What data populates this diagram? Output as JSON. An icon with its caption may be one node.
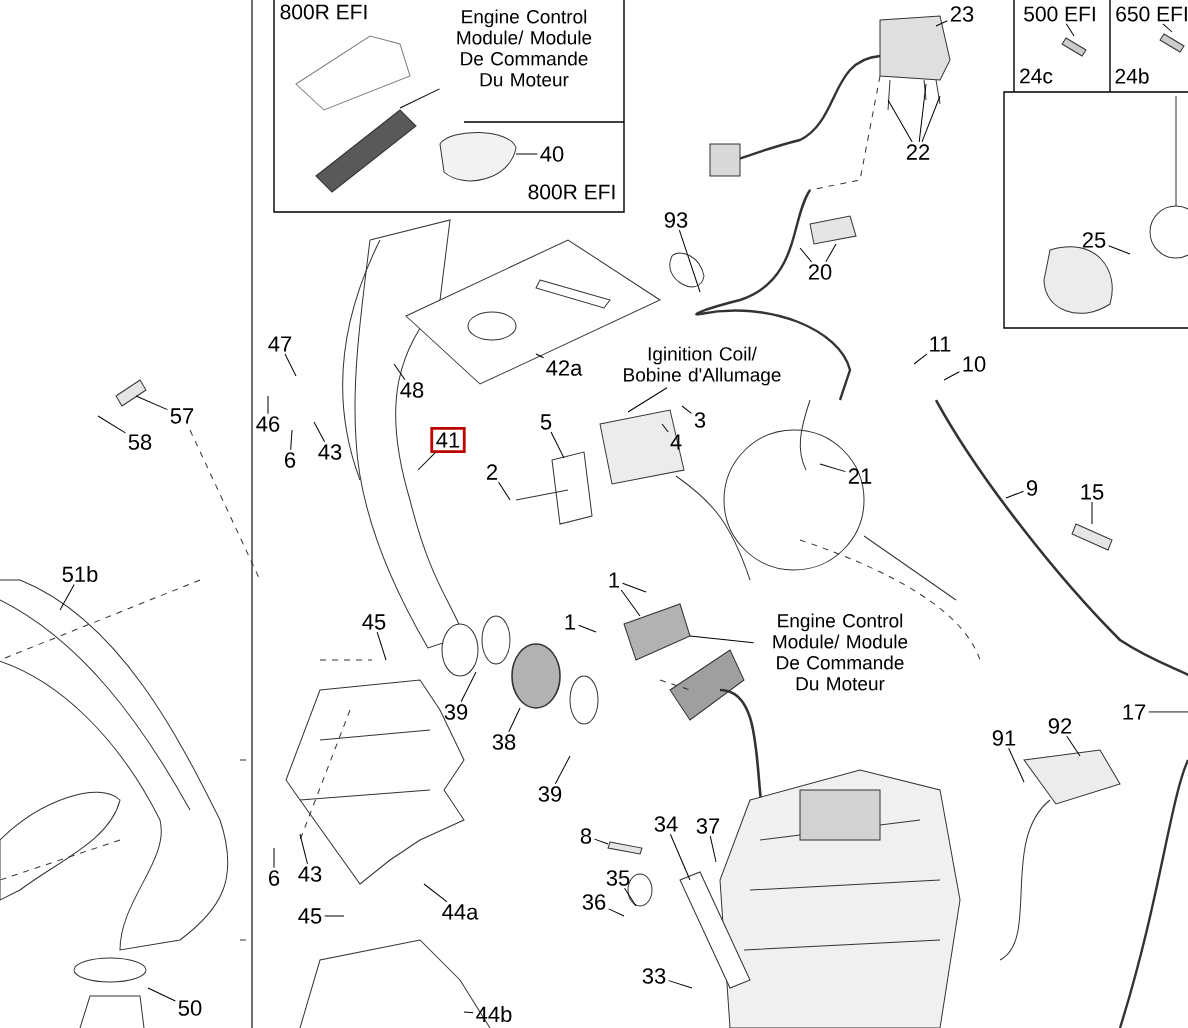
{
  "diagram": {
    "nodes": [
      {
        "text": [
          "Engine Control Module/ Module De Commande Du Moteur"
        ]
      },
      {
        "text": [
          "40"
        ]
      },
      {
        "text": [
          "23"
        ]
      },
      {
        "text": [
          "500 EFI"
        ]
      },
      {
        "text": [
          "650 EFI"
        ]
      },
      {
        "text": [
          "22"
        ]
      },
      {
        "text": [
          "93"
        ]
      },
      {
        "text": [
          "25"
        ]
      },
      {
        "text": [
          "20"
        ]
      },
      {
        "text": [
          "Iginition Coil/ Bobine d'Allumage"
        ]
      },
      {
        "text": [
          "11"
        ]
      },
      {
        "text": [
          "47"
        ]
      },
      {
        "text": [
          "42a"
        ]
      },
      {
        "text": [
          "10"
        ]
      },
      {
        "text": [
          "48"
        ]
      },
      {
        "text": [
          "57"
        ]
      },
      {
        "text": [
          "3"
        ]
      },
      {
        "text": [
          "5"
        ]
      },
      {
        "text": [
          "46"
        ]
      },
      {
        "text": [
          "41"
        ]
      },
      {
        "text": [
          "4"
        ]
      },
      {
        "text": [
          "58"
        ]
      },
      {
        "text": [
          "43"
        ]
      },
      {
        "text": [
          "6"
        ]
      },
      {
        "text": [
          "2"
        ]
      },
      {
        "text": [
          "21"
        ]
      },
      {
        "text": [
          "9"
        ]
      },
      {
        "text": [
          "15"
        ]
      },
      {
        "text": [
          "51b"
        ]
      },
      {
        "text": [
          "1"
        ]
      },
      {
        "text": [
          "Engine Control Module/ Module De Commande Du Moteur"
        ]
      },
      {
        "text": [
          "45"
        ]
      },
      {
        "text": [
          "1"
        ]
      },
      {
        "text": [
          "17"
        ]
      },
      {
        "text": [
          "39"
        ]
      },
      {
        "text": [
          "92"
        ]
      },
      {
        "text": [
          "91"
        ]
      },
      {
        "text": [
          "38"
        ]
      },
      {
        "text": [
          "39"
        ]
      },
      {
        "text": [
          "37"
        ]
      },
      {
        "text": [
          "8"
        ]
      },
      {
        "text": [
          "34"
        ]
      },
      {
        "text": [
          "43"
        ]
      },
      {
        "text": [
          "6"
        ]
      },
      {
        "text": [
          "35"
        ]
      },
      {
        "text": [
          "36"
        ]
      },
      {
        "text": [
          "44a"
        ]
      },
      {
        "text": [
          "45"
        ]
      },
      {
        "text": [
          "33"
        ]
      },
      {
        "text": [
          "50"
        ]
      },
      {
        "text": [
          "44b"
        ]
      }
    ],
    "edges": [
      {
        "from": 0,
        "to": null,
        "arrow": "none"
      },
      {
        "from": 1,
        "to": null,
        "arrow": "none"
      },
      {
        "from": 2,
        "to": null,
        "arrow": "none"
      },
      {
        "from": 3,
        "to": null,
        "arrow": "none"
      },
      {
        "from": 4,
        "to": null,
        "arrow": "none"
      },
      {
        "from": 5,
        "to": null,
        "arrow": "none"
      },
      {
        "from": 6,
        "to": null,
        "arrow": "none"
      },
      {
        "from": 7,
        "to": null,
        "arrow": "none"
      },
      {
        "from": 8,
        "to": null,
        "arrow": "none"
      },
      {
        "from": 9,
        "to": null,
        "arrow": "none"
      },
      {
        "from": 10,
        "to": null,
        "arrow": "none"
      },
      {
        "from": 11,
        "to": null,
        "arrow": "none"
      },
      {
        "from": 12,
        "to": null,
        "arrow": "none"
      },
      {
        "from": 13,
        "to": null,
        "arrow": "none"
      },
      {
        "from": 14,
        "to": null,
        "arrow": "none"
      },
      {
        "from": 15,
        "to": null,
        "arrow": "none"
      },
      {
        "from": 16,
        "to": null,
        "arrow": "none"
      },
      {
        "from": 17,
        "to": null,
        "arrow": "none"
      },
      {
        "from": 18,
        "to": null,
        "arrow": "none"
      },
      {
        "from": 19,
        "to": null,
        "arrow": "none"
      },
      {
        "from": 20,
        "to": null,
        "arrow": "none"
      },
      {
        "from": 21,
        "to": null,
        "arrow": "none"
      },
      {
        "from": 22,
        "to": null,
        "arrow": "none"
      },
      {
        "from": 23,
        "to": null,
        "arrow": "none"
      },
      {
        "from": 24,
        "to": null,
        "arrow": "none"
      },
      {
        "from": 25,
        "to": null,
        "arrow": "none"
      },
      {
        "from": 26,
        "to": null,
        "arrow": "none"
      },
      {
        "from": 27,
        "to": null,
        "arrow": "none"
      },
      {
        "from": 28,
        "to": null,
        "arrow": "none"
      },
      {
        "from": 29,
        "to": null,
        "arrow": "none"
      },
      {
        "from": 30,
        "to": null,
        "arrow": "none"
      },
      {
        "from": 31,
        "to": null,
        "arrow": "none"
      },
      {
        "from": 32,
        "to": null,
        "arrow": "none"
      },
      {
        "from": 33,
        "to": null,
        "arrow": "none"
      },
      {
        "from": 34,
        "to": null,
        "arrow": "none"
      },
      {
        "from": 35,
        "to": null,
        "arrow": "none"
      },
      {
        "from": 36,
        "to": null,
        "arrow": "none"
      },
      {
        "from": 37,
        "to": null,
        "arrow": "none"
      },
      {
        "from": 38,
        "to": null,
        "arrow": "none"
      },
      {
        "from": 39,
        "to": null,
        "arrow": "none"
      },
      {
        "from": 40,
        "to": null,
        "arrow": "none"
      },
      {
        "from": 41,
        "to": null,
        "arrow": "none"
      },
      {
        "from": 42,
        "to": null,
        "arrow": "none"
      },
      {
        "from": 43,
        "to": null,
        "arrow": "none"
      },
      {
        "from": 44,
        "to": null,
        "arrow": "none"
      },
      {
        "from": 45,
        "to": null,
        "arrow": "none"
      },
      {
        "from": 46,
        "to": null,
        "arrow": "none"
      },
      {
        "from": 47,
        "to": null,
        "arrow": "none"
      },
      {
        "from": 48,
        "to": null,
        "arrow": "none"
      },
      {
        "from": 49,
        "to": null,
        "arrow": "none"
      },
      {
        "from": 50,
        "to": null,
        "arrow": "none"
      }
    ],
    "labels": [
      "800R EFI",
      "800R EFI",
      "24c",
      "24b"
    ]
  }
}
